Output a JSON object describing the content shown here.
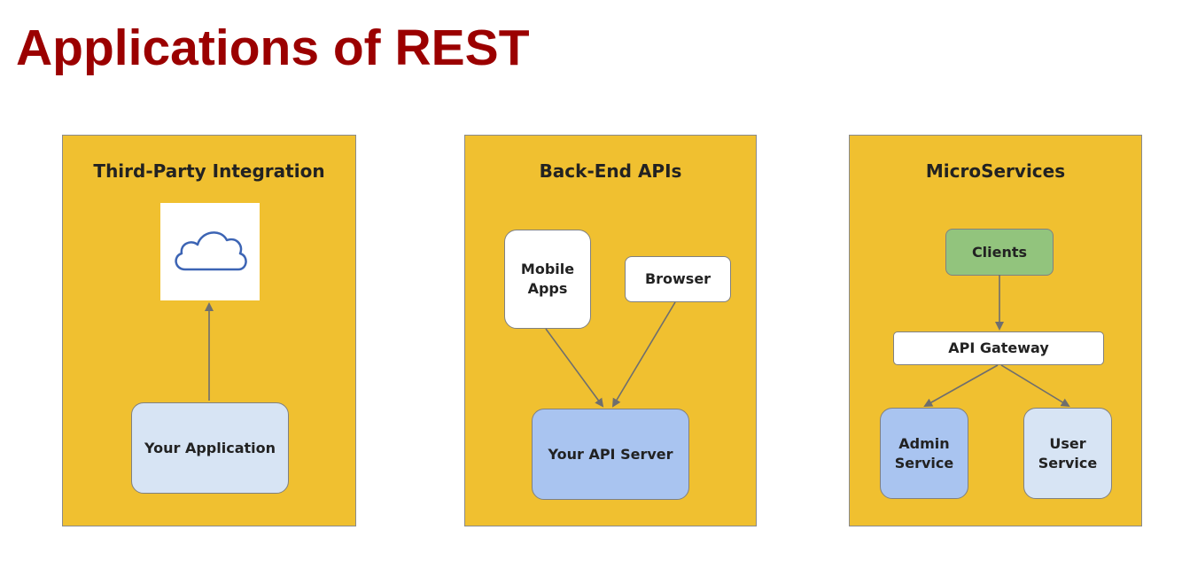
{
  "title": "Applications of REST",
  "panels": [
    {
      "title": "Third-Party Integration",
      "cloud_icon": "cloud-icon",
      "nodes": {
        "app": "Your Application"
      }
    },
    {
      "title": "Back-End APIs",
      "nodes": {
        "mobile": "Mobile\nApps",
        "browser": "Browser",
        "server": "Your API Server"
      }
    },
    {
      "title": "MicroServices",
      "nodes": {
        "clients": "Clients",
        "gateway": "API Gateway",
        "admin": "Admin\nService",
        "user": "User\nService"
      }
    }
  ],
  "colors": {
    "title": "#9b0000",
    "panel": "#f0c030",
    "node_white": "#ffffff",
    "node_light_blue": "#d7e4f4",
    "node_blue": "#a9c4f0",
    "node_green": "#92c47d",
    "arrow": "#6e6e6e"
  }
}
